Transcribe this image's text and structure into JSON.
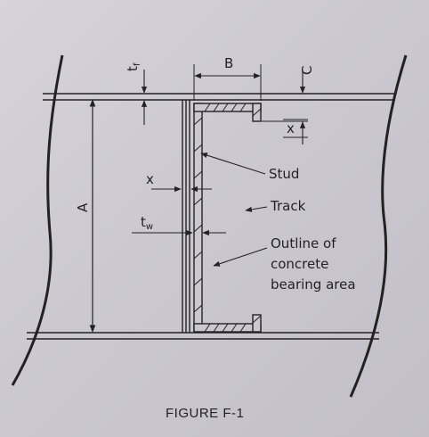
{
  "figure": {
    "caption": "FIGURE F-1",
    "dimension_labels": {
      "A": "A",
      "B": "B",
      "C": "C",
      "tf": "t",
      "tf_sub": "f",
      "x_top": "x",
      "x_mid": "x",
      "tw": "t",
      "tw_sub": "w"
    },
    "callouts": {
      "stud": "Stud",
      "track": "Track",
      "outline": [
        "Outline of",
        "concrete",
        "bearing area"
      ]
    }
  },
  "colors": {
    "ink": "#222222",
    "paper": "#cbc8d0"
  }
}
